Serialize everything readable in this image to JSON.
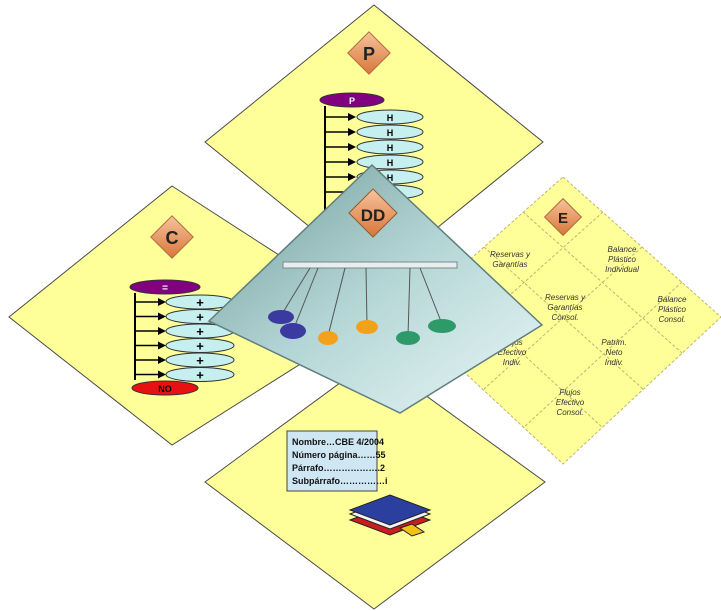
{
  "diamonds": {
    "p": {
      "label": "P",
      "root": "P",
      "items": [
        "H",
        "H",
        "H",
        "H",
        "H",
        "H"
      ]
    },
    "c": {
      "label": "C",
      "root": "=",
      "items": [
        "+",
        "+",
        "+",
        "+",
        "+",
        "+"
      ],
      "bottom": "NO"
    },
    "e": {
      "label": "E",
      "cells": [
        [
          "Reservas y",
          "Garantías"
        ],
        [
          "Balance",
          "Plástico",
          "Individual"
        ],
        [
          "Reservas y",
          "Garantías",
          "Consol."
        ],
        [
          "Balance",
          "Plástico",
          "Consol."
        ],
        [
          "Flujos",
          "Efectivo",
          "Indiv."
        ],
        [
          "Patrim.",
          "Neto",
          "Indiv."
        ],
        [
          "Flujos",
          "Efectivo",
          "Consol."
        ]
      ]
    },
    "dd": {
      "label": "DD"
    },
    "doc": {
      "lines": [
        "Nombre…CBE 4/2004",
        "Número página……55",
        "Párrafo……………….2",
        "Subpárrafo……………i"
      ]
    }
  },
  "colors": {
    "diamond_fill": "#ffff99",
    "diamond_stroke": "#4a4a4a",
    "badge_fill": "#e8945e",
    "header_purple": "#800080",
    "item_cyan": "#c6efef",
    "no_red": "#e81010",
    "dd_teal": "#a9c8c8"
  }
}
